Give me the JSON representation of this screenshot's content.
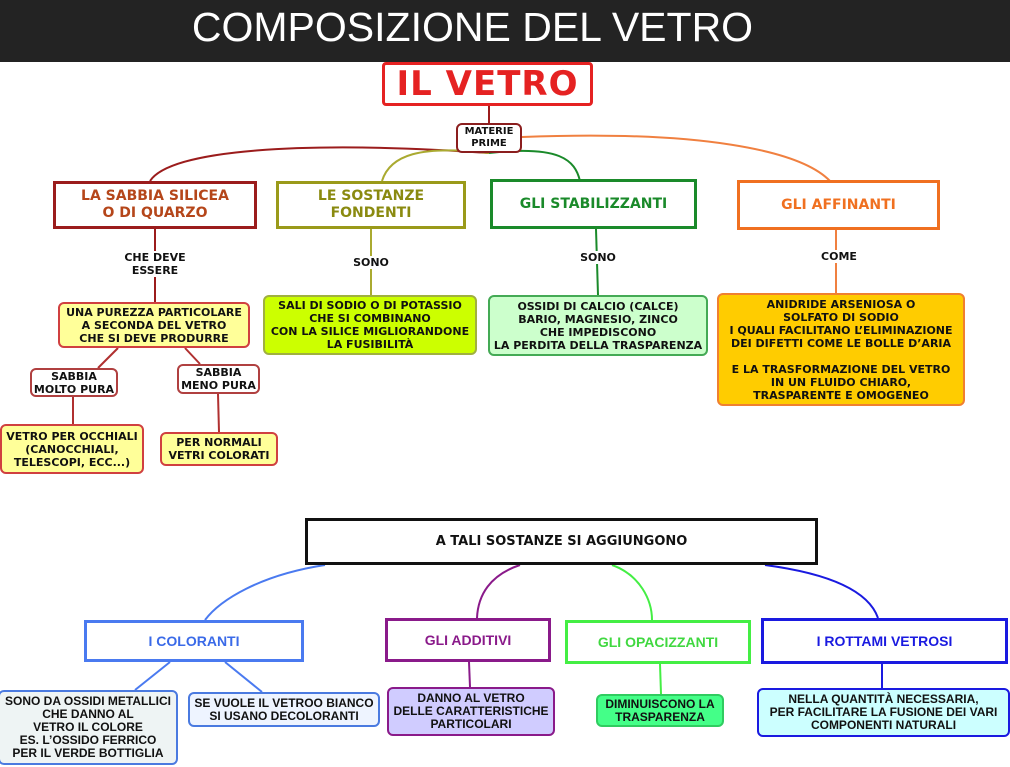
{
  "header": {
    "title": "COMPOSIZIONE DEL VETRO"
  },
  "root": {
    "title": "IL VETRO",
    "hub": "MATERIE\nPRIME"
  },
  "branches": [
    {
      "title": "LA SABBIA SILICEA\nO DI QUARZO",
      "link": "CHE DEVE\nESSERE",
      "detail": "UNA PUREZZA PARTICOLARE\nA SECONDA DEL VETRO\nCHE SI DEVE PRODURRE"
    },
    {
      "title": "LE SOSTANZE\nFONDENTI",
      "link": "SONO",
      "detail": "SALI DI SODIO O DI POTASSIO\nCHE SI COMBINANO\nCON LA SILICE MIGLIORANDONE\nLA FUSIBILITÀ"
    },
    {
      "title": "GLI STABILIZZANTI",
      "link": "SONO",
      "detail": "OSSIDI DI CALCIO (CALCE)\nBARIO, MAGNESIO, ZINCO\nCHE IMPEDISCONO\nLA PERDITA DELLA TRASPARENZA"
    },
    {
      "title": "GLI AFFINANTI",
      "link": "COME",
      "detail": "ANIDRIDE ARSENIOSA O\nSOLFATO DI SODIO\nI QUALI FACILITANO L’ELIMINAZIONE\nDEI DIFETTI COME LE BOLLE D’ARIA\n\nE LA TRASFORMAZIONE DEL VETRO\nIN UN FLUIDO CHIARO,\nTRASPARENTE E OMOGENEO"
    }
  ],
  "sand": {
    "very_pure": "SABBIA\nMOLTO PURA",
    "less_pure": "SABBIA\nMENO PURA",
    "very_pure_use": "VETRO PER OCCHIALI\n(CANOCCHIALI,\nTELESCOPI, ECC...)",
    "less_pure_use": "PER NORMALI\nVETRI COLORATI"
  },
  "additions": {
    "title": "A TALI SOSTANZE SI AGGIUNGONO",
    "items": [
      {
        "title": "I COLORANTI",
        "details": [
          "SONO DA OSSIDI METALLICI\nCHE DANNO AL\nVETRO IL COLORE\nES. L’OSSIDO FERRICO\nPER IL VERDE BOTTIGLIA",
          "SE VUOLE IL VETROO BIANCO\nSI USANO DECOLORANTI"
        ]
      },
      {
        "title": "GLI ADDITIVI",
        "details": [
          "DANNO AL VETRO\nDELLE CARATTERISTICHE\nPARTICOLARI"
        ]
      },
      {
        "title": "GLI OPACIZZANTI",
        "details": [
          "DIMINUISCONO LA\nTRASPARENZA"
        ]
      },
      {
        "title": "I ROTTAMI VETROSI",
        "details": [
          "NELLA QUANTITÀ NECESSARIA,\nPER FACILITARE LA FUSIONE DEI VARI\nCOMPONENTI NATURALI"
        ]
      }
    ]
  },
  "colors": {
    "header_bg": "#232323",
    "root": "#e52222",
    "sand": "#9b1c1c",
    "fondenti": "#9a9a1a",
    "stabilizzanti": "#1a8a2a",
    "affinanti": "#f07020",
    "coloranti": "#4a7af0",
    "additivi": "#8a1a8a",
    "opacizzanti": "#44ee44",
    "rottami": "#1a1ae0"
  }
}
